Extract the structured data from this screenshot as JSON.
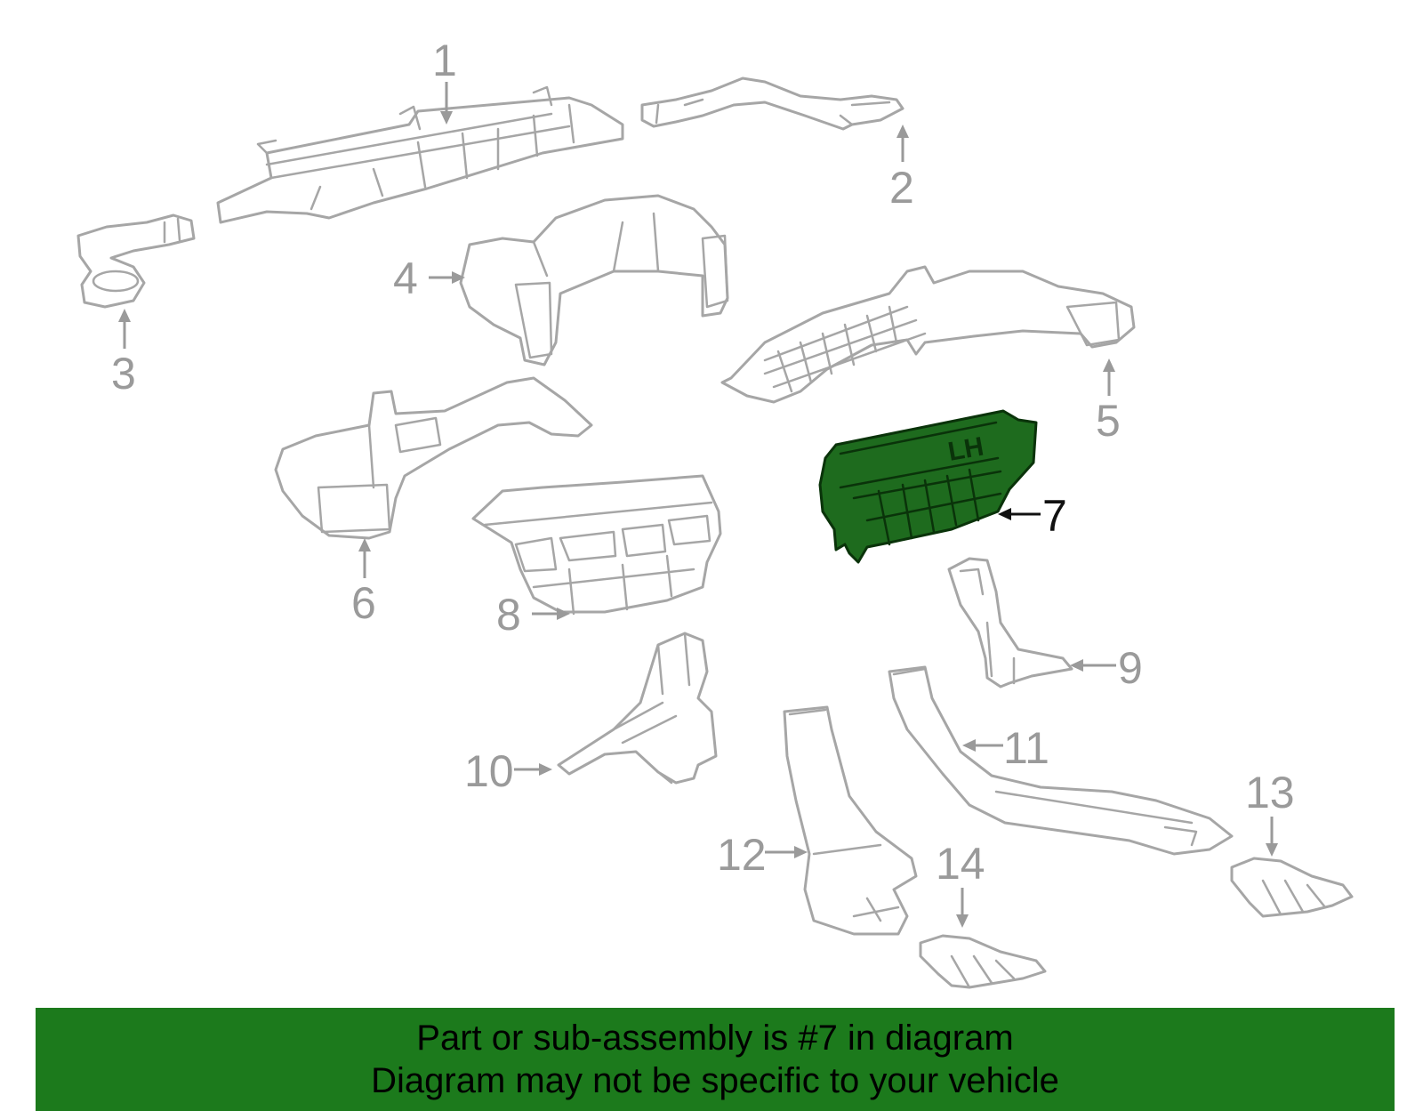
{
  "diagram": {
    "highlight_color": "#1e6b1e",
    "outline_color": "#a6a6a6",
    "highlighted_callout": "7",
    "callouts": [
      "1",
      "2",
      "3",
      "4",
      "5",
      "6",
      "7",
      "8",
      "9",
      "10",
      "11",
      "12",
      "13",
      "14"
    ]
  },
  "banner": {
    "color": "#1c7a1c",
    "line1": "Part or sub-assembly is #7 in diagram",
    "line2": "Diagram may not be specific to your vehicle"
  }
}
